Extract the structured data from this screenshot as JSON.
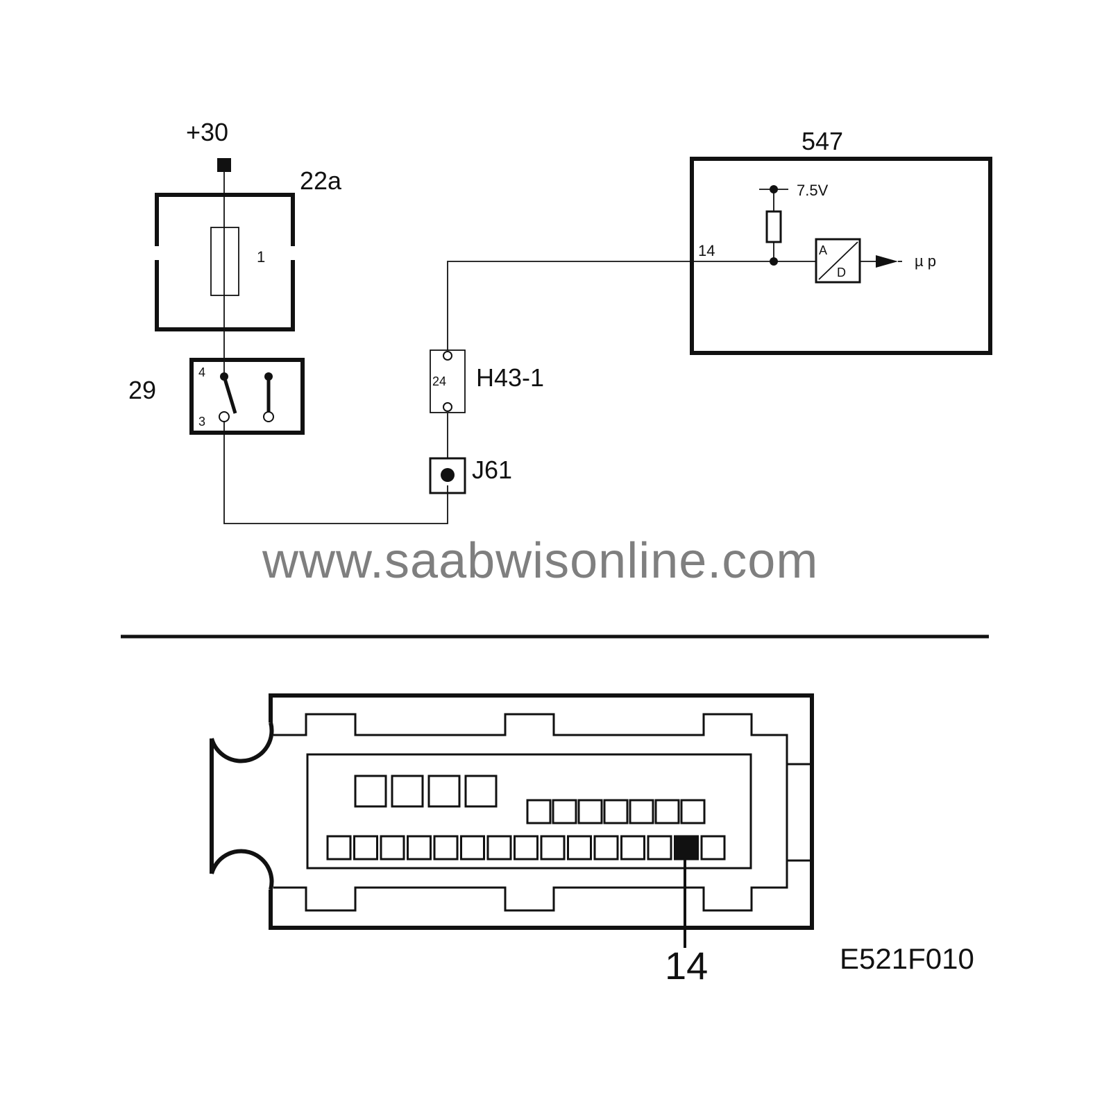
{
  "labels": {
    "supply": "+30",
    "fuse_box": "22a",
    "fuse_number": "1",
    "switch": "29",
    "switch_pin_top": "4",
    "switch_pin_bottom": "3",
    "connector_pin": "24",
    "connector": "H43-1",
    "junction": "J61",
    "control_unit": "547",
    "ecu_pin": "14",
    "reference_voltage": "7.5V",
    "adc_a": "A",
    "adc_d": "D",
    "processor": "µ p",
    "pin_callout": "14",
    "figure_id": "E521F010"
  },
  "watermark": "www.saabwisonline.com",
  "connector_view": {
    "pin_rows": [
      4,
      7,
      15
    ],
    "highlighted_pin": 14
  }
}
